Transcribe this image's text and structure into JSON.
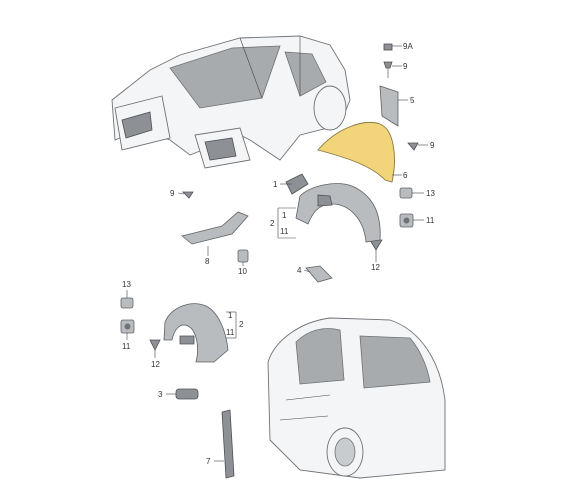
{
  "labels": {
    "l9a": "9A",
    "l9_top": "9",
    "l5": "5",
    "l9_right": "9",
    "l6": "6",
    "l13_right": "13",
    "l11_right": "11",
    "l12_right": "12",
    "l1_mid": "1",
    "l2_mid": "2",
    "l1_bracket": "1",
    "l11_bracket": "11",
    "l4": "4",
    "l9_left": "9",
    "l8": "8",
    "l10": "10",
    "l13_left": "13",
    "l11_left": "11",
    "l12_left": "12",
    "l1_left_bracket": "1",
    "l2_left": "2",
    "l11_left_bracket": "11",
    "l3": "3",
    "l7": "7"
  },
  "colors": {
    "highlight_part": "#f2d57a",
    "parts": "#b9bcbf",
    "body": "#f4f5f6"
  }
}
